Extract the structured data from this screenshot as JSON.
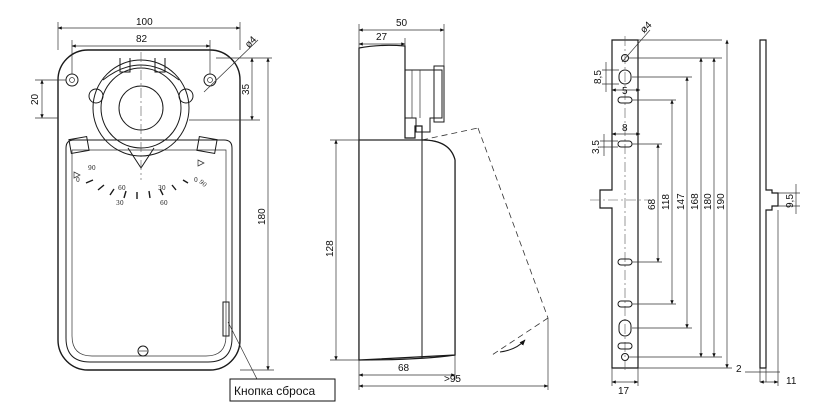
{
  "front_view": {
    "dim_width": "100",
    "dim_hole_spacing": "82",
    "dim_hole_diameter": "ø4",
    "dim_hole_offset": "20",
    "dim_shaft_offset": "35",
    "dim_height": "180",
    "scale_labels": [
      "90",
      "0",
      "60",
      "30",
      "30",
      "60",
      "0",
      "90"
    ]
  },
  "side_view": {
    "dim_depth": "50",
    "dim_top_offset": "27",
    "dim_body_height": "128",
    "dim_body_depth": "68",
    "dim_cover_open": ">95"
  },
  "bracket_view": {
    "dim_hole_diameter": "ø4",
    "dim_slot_length": "8,5",
    "dim_slot_width": "5",
    "dim_slot_spacing": "8",
    "dim_hole_height": "3,5",
    "dim_vertical": [
      "68",
      "118",
      "147",
      "168",
      "180",
      "190"
    ],
    "dim_width": "17"
  },
  "bracket_side": {
    "dim_notch": "9,5",
    "dim_thickness": "2",
    "dim_depth": "11"
  },
  "reset_button_label": "Кнопка сброса"
}
